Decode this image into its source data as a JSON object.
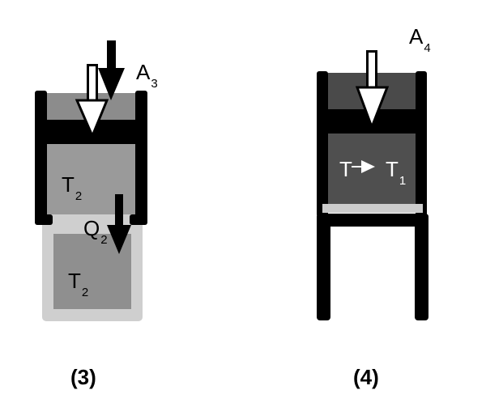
{
  "colors": {
    "background": "#ffffff",
    "wall": "#000000",
    "piston_light": "#8c8c8c",
    "gas_light": "#9a9a9a",
    "piston_dark": "#4a4a4a",
    "gas_dark": "#4f4f4f",
    "reservoir_frame": "#cfcfcf",
    "reservoir_fill": "#8f8f8f",
    "insulator": "#cccccc",
    "arrow_white": "#ffffff",
    "arrow_black": "#000000"
  },
  "panel3": {
    "caption": "(3)",
    "work_label": {
      "main": "A",
      "sub": "3"
    },
    "gas_temp": {
      "main": "T",
      "sub": "2"
    },
    "heat_label": {
      "main": "Q",
      "sub": "2"
    },
    "reservoir_temp": {
      "main": "T",
      "sub": "2"
    }
  },
  "panel4": {
    "caption": "(4)",
    "work_label": {
      "main": "A",
      "sub": "4"
    },
    "temp_start": "T",
    "temp_end": {
      "main": "T",
      "sub": "1"
    }
  }
}
